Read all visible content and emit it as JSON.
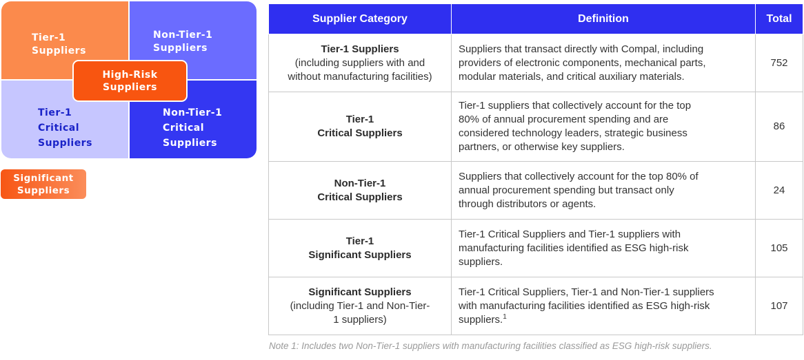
{
  "diagram": {
    "q1_line1": "Tier-1",
    "q1_line2": "Suppliers",
    "q2_line1": "Non-Tier-1",
    "q2_line2": "Suppliers",
    "q3_line1": "Tier-1",
    "q3_line2": "Critical",
    "q3_line3": "Suppliers",
    "q4_line1": "Non-Tier-1",
    "q4_line2": "Critical",
    "q4_line3": "Suppliers",
    "highrisk_line1": "High-Risk",
    "highrisk_line2": "Suppliers",
    "significant_line1": "Significant",
    "significant_line2": "Suppliers"
  },
  "table": {
    "headers": [
      "Supplier Category",
      "Definition",
      "Total"
    ],
    "rows": [
      {
        "cat_strong": "Tier-1 Suppliers",
        "cat_sub1": "(including suppliers with and",
        "cat_sub2": "without manufacturing facilities)",
        "def1": "Suppliers that transact directly with Compal, including",
        "def2": "providers of electronic components, mechanical parts,",
        "def3": "modular materials, and critical auxiliary materials.",
        "total": "752"
      },
      {
        "cat_strong1": "Tier-1",
        "cat_strong2": "Critical Suppliers",
        "def1": "Tier-1 suppliers that collectively account for the top",
        "def2": "80% of annual procurement spending and are",
        "def3": "considered technology leaders, strategic business",
        "def4": "partners, or otherwise key suppliers.",
        "total": "86"
      },
      {
        "cat_strong1": "Non-Tier-1",
        "cat_strong2": "Critical Suppliers",
        "def1": "Suppliers that collectively account for the top 80% of",
        "def2": "annual procurement spending but transact only",
        "def3": "through distributors or agents.",
        "total": "24"
      },
      {
        "cat_strong1": "Tier-1",
        "cat_strong2": "Significant Suppliers",
        "def1": "Tier-1 Critical Suppliers and Tier-1 suppliers with",
        "def2": "manufacturing facilities identified as ESG high-risk",
        "def3": "suppliers.",
        "total": "105"
      },
      {
        "cat_strong": "Significant Suppliers",
        "cat_sub1": "(including Tier-1 and Non-Tier-",
        "cat_sub2": "1 suppliers)",
        "def1": "Tier-1 Critical Suppliers, Tier-1 and Non-Tier-1 suppliers",
        "def2": "with manufacturing facilities identified as ESG high-risk",
        "def3": "suppliers.",
        "def3_sup": "1",
        "total": "107"
      }
    ]
  },
  "note": "Note 1: Includes two Non-Tier-1 suppliers with manufacturing facilities classified as ESG high-risk suppliers.",
  "colors": {
    "orange": "#fb8a4c",
    "light_blue": "#6b6cff",
    "lavender": "#c6c6ff",
    "deep_blue": "#3437f2",
    "highrisk_orange": "#f85510",
    "header_blue": "#2f2ff0"
  }
}
